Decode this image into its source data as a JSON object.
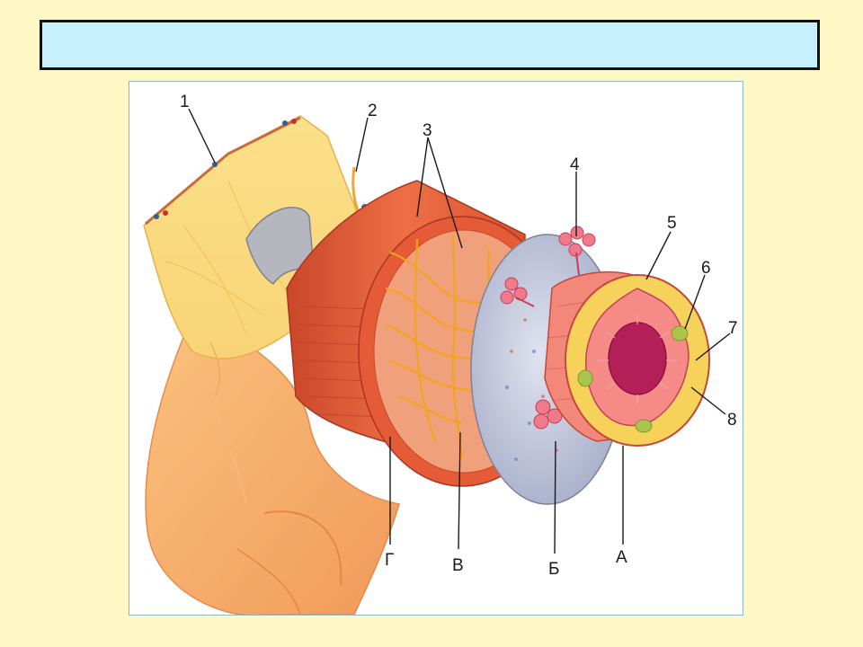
{
  "title": "",
  "diagram": {
    "labels": {
      "n1": "1",
      "n2": "2",
      "n3": "3",
      "n4": "4",
      "n5": "5",
      "n6": "6",
      "n7": "7",
      "n8": "8",
      "g": "Г",
      "v": "В",
      "b": "Б",
      "a": "А"
    },
    "colors": {
      "background": "#fdf8c4",
      "title_bar": "#c6f0fe",
      "peritoneum": "#f7d36b",
      "intestine": "#f6a96a",
      "muscle": "#e8603c",
      "muscle_dark": "#c9472a",
      "submucosa": "#c6cbe0",
      "plexus": "#f3a41d",
      "mucosa": "#f58a86",
      "lumen": "#b51f57",
      "gland": "#a9c54a"
    }
  }
}
